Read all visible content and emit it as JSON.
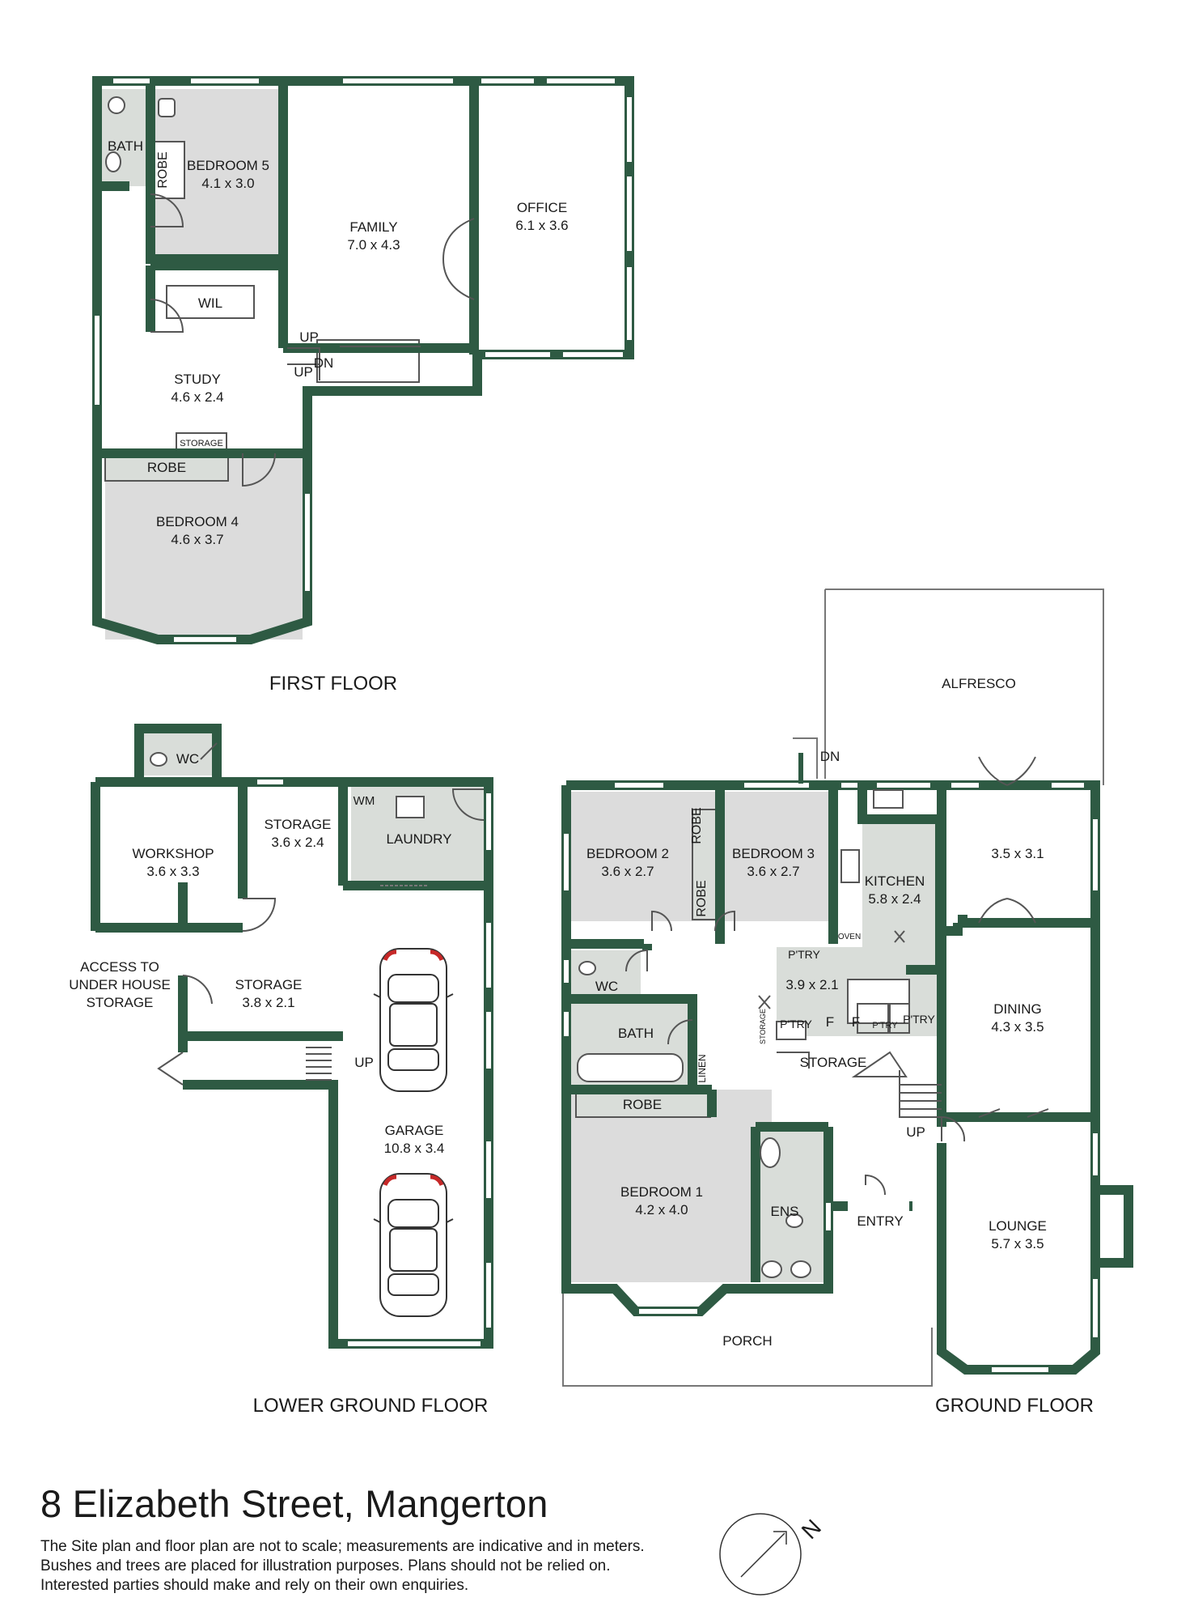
{
  "floor_labels": {
    "first": "FIRST FLOOR",
    "lower_ground": "LOWER GROUND FLOOR",
    "ground": "GROUND FLOOR"
  },
  "first_floor": {
    "bath": "BATH",
    "robe_vertical": "ROBE",
    "bedroom5": {
      "name": "BEDROOM 5",
      "size": "4.1 x 3.0"
    },
    "family": {
      "name": "FAMILY",
      "size": "7.0 x 4.3"
    },
    "office": {
      "name": "OFFICE",
      "size": "6.1 x 3.6"
    },
    "wil": "WIL",
    "up_top": "UP",
    "up_bottom": "UP",
    "dn": "DN",
    "study": {
      "name": "STUDY",
      "size": "4.6 x 2.4"
    },
    "storage": "STORAGE",
    "robe": "ROBE",
    "bedroom4": {
      "name": "BEDROOM 4",
      "size": "4.6 x 3.7"
    }
  },
  "lower_ground": {
    "wc": "WC",
    "wm": "WM",
    "workshop": {
      "name": "WORKSHOP",
      "size": "3.6 x 3.3"
    },
    "storage1": {
      "name": "STORAGE",
      "size": "3.6 x 2.4"
    },
    "laundry": "LAUNDRY",
    "access": [
      "ACCESS TO",
      "UNDER HOUSE",
      "STORAGE"
    ],
    "storage2": {
      "name": "STORAGE",
      "size": "3.8 x 2.1"
    },
    "up": "UP",
    "garage": {
      "name": "GARAGE",
      "size": "10.8 x 3.4"
    }
  },
  "ground": {
    "alfresco": "ALFRESCO",
    "dn": "DN",
    "bedroom2": {
      "name": "BEDROOM 2",
      "size": "3.6 x 2.7"
    },
    "robe_a": "ROBE",
    "robe_b": "ROBE",
    "bedroom3": {
      "name": "BEDROOM 3",
      "size": "3.6 x 2.7"
    },
    "kitchen": {
      "name": "KITCHEN",
      "size": "5.8 x 2.4"
    },
    "oven": "OVEN",
    "room35": "3.5 x 3.1",
    "ptry_top": "P'TRY",
    "hall39": "3.9 x 2.1",
    "wc": "WC",
    "bath": "BATH",
    "storage_small": "STORAGE",
    "ptry1": "P'TRY",
    "f1": "F",
    "f2": "F",
    "ptry2": "P'TRY",
    "ptry3": "P'TRY",
    "dining": {
      "name": "DINING",
      "size": "4.3 x 3.5"
    },
    "linen": "LINEN",
    "storage": "STORAGE",
    "robe": "ROBE",
    "up": "UP",
    "bedroom1": {
      "name": "BEDROOM 1",
      "size": "4.2 x 4.0"
    },
    "ens": "ENS",
    "entry": "ENTRY",
    "lounge": {
      "name": "LOUNGE",
      "size": "5.7 x 3.5"
    },
    "porch": "PORCH"
  },
  "compass_label": "N",
  "colors": {
    "wall": "#2e5a43",
    "wet_area": "#d9ddd9",
    "bedroom": "#dcdcdc",
    "window": "#ffffff",
    "car_accent": "#c62828"
  },
  "footer": {
    "address": "8 Elizabeth Street, Mangerton",
    "disclaimer": [
      "The Site plan and floor plan are not to scale; measurements are indicative and in meters.",
      "Bushes and trees are placed for illustration purposes. Plans should not be relied on.",
      "Interested parties should make and rely on their own enquiries."
    ]
  }
}
